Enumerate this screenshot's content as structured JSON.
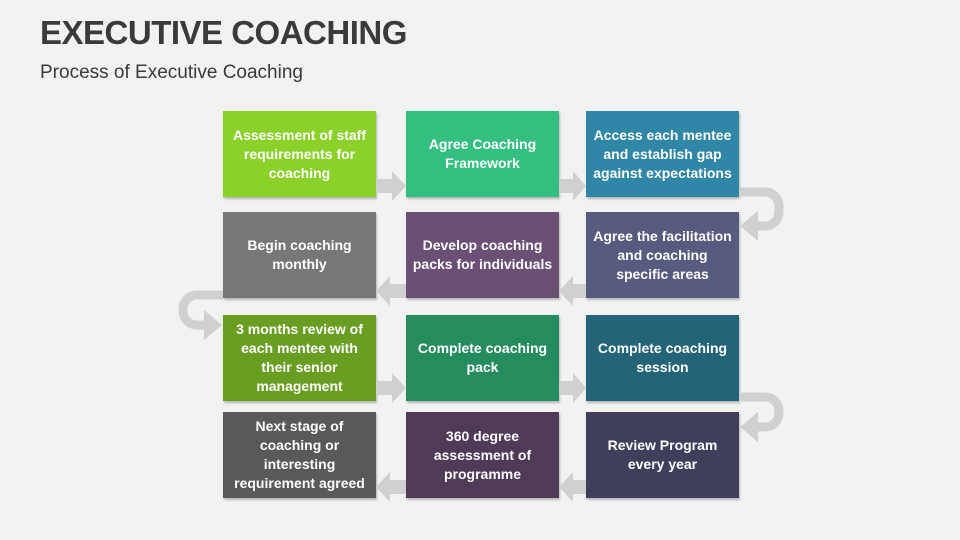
{
  "title": "EXECUTIVE COACHING",
  "subtitle": "Process of Executive Coaching",
  "steps": [
    {
      "label": "Assessment of staff requirements for coaching",
      "color": "#8ad12a"
    },
    {
      "label": "Agree Coaching Framework",
      "color": "#33bf80"
    },
    {
      "label": "Access each mentee and establish gap against expectations",
      "color": "#2f86a6"
    },
    {
      "label": "Agree the facilitation and coaching specific areas",
      "color": "#575b80"
    },
    {
      "label": "Develop coaching packs for individuals",
      "color": "#6b4f75"
    },
    {
      "label": "Begin coaching monthly",
      "color": "#777777"
    },
    {
      "label": "3 months review of each mentee with their senior management",
      "color": "#6a9e22"
    },
    {
      "label": "Complete coaching pack",
      "color": "#258c5e"
    },
    {
      "label": "Complete coaching session",
      "color": "#236478"
    },
    {
      "label": "Review Program every year",
      "color": "#3f3f5c"
    },
    {
      "label": "360 degree assessment of programme",
      "color": "#4f3a57"
    },
    {
      "label": "Next stage  of coaching or interesting requirement agreed",
      "color": "#595959"
    }
  ],
  "arrow_color": "#d0d0d0"
}
